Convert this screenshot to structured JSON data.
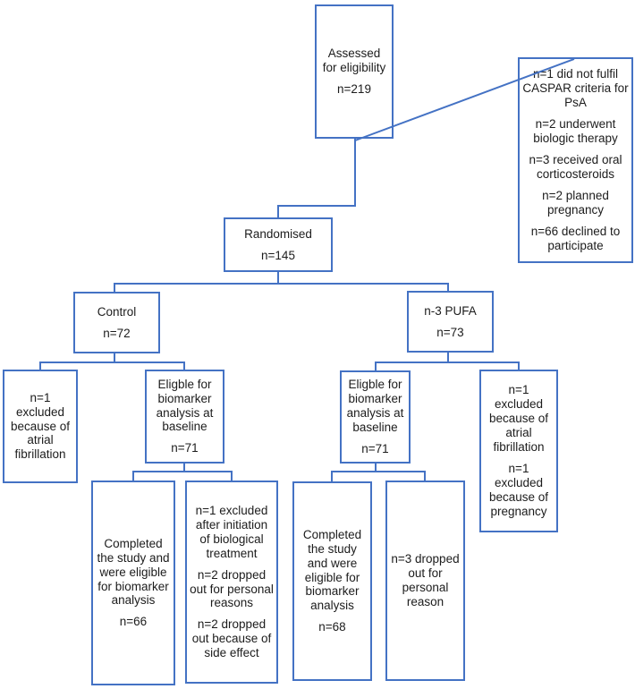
{
  "figure": {
    "type": "consort-flow-diagram",
    "accent_color": "#4472c4",
    "text_color": "#1c1c1c",
    "background_color": "#ffffff"
  },
  "nodes": {
    "assessed": {
      "lines": [
        "Assessed for eligibility",
        "n=219"
      ]
    },
    "exclusions": {
      "lines": [
        "n=1 did not fulfil CASPAR criteria for PsA",
        "n=2 underwent biologic therapy",
        "n=3 received oral corticosteroids",
        "n=2 planned pregnancy",
        "n=66 declined to participate"
      ]
    },
    "randomised": {
      "lines": [
        "Randomised",
        "n=145"
      ]
    },
    "control": {
      "lines": [
        "Control",
        "n=72"
      ]
    },
    "pufa": {
      "lines": [
        "n-3 PUFA",
        "n=73"
      ]
    },
    "excluded_af_control": {
      "lines": [
        "n=1 excluded because of atrial fibrillation"
      ]
    },
    "eligible_control": {
      "lines": [
        "Eligble for biomarker analysis at baseline",
        "n=71"
      ]
    },
    "eligible_pufa": {
      "lines": [
        "Eligble for biomarker analysis at baseline",
        "n=71"
      ]
    },
    "excluded_pufa": {
      "lines": [
        "n=1 excluded because of atrial fibrillation",
        "n=1 excluded because of pregnancy"
      ]
    },
    "completed_control": {
      "lines": [
        "Completed the study and were eligible for biomarker analysis",
        "n=66"
      ]
    },
    "dropout_control": {
      "lines": [
        "n=1 excluded after initiation of biological treatment",
        "n=2 dropped out for personal reasons",
        "n=2 dropped out because of side effect"
      ]
    },
    "completed_pufa": {
      "lines": [
        "Completed the study and were eligible for biomarker analysis",
        "n=68"
      ]
    },
    "dropout_pufa": {
      "lines": [
        "n=3 dropped out for personal reason"
      ]
    }
  }
}
